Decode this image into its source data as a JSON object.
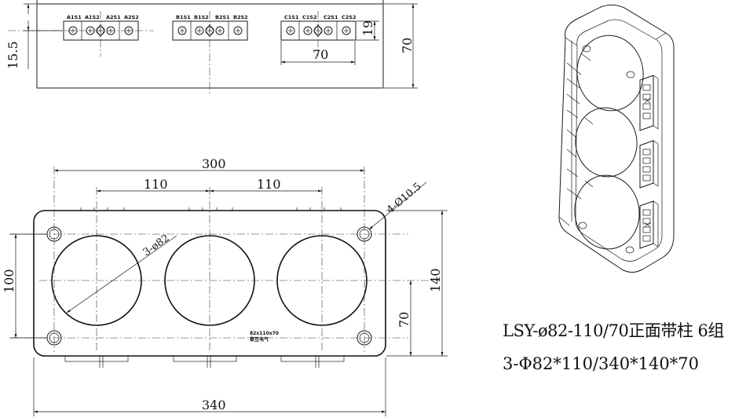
{
  "top_view": {
    "terminal_labels": {
      "a": [
        "A1S1",
        "A1S2",
        "A2S1",
        "A2S2"
      ],
      "b": [
        "B1S1",
        "B1S2",
        "B2S1",
        "B2S2"
      ],
      "c": [
        "C1S1",
        "C1S2",
        "C2S1",
        "C2S2"
      ]
    },
    "dim_15_5": "15.5",
    "dim_19": "19",
    "dim_70_width": "70",
    "dim_70_height": "70"
  },
  "front_view": {
    "dim_300": "300",
    "dim_110_left": "110",
    "dim_110_right": "110",
    "dim_hole": "4-Ø10.5",
    "dim_bore": "3-ø82",
    "dim_100": "100",
    "dim_140": "140",
    "dim_70": "70",
    "dim_340": "340",
    "label_size": "82x110x70",
    "label_brand": "黎互电气"
  },
  "caption": {
    "line1": "LSY-ø82-110/70正面带柱 6组",
    "line2": "3-Φ82*110/340*140*70"
  }
}
